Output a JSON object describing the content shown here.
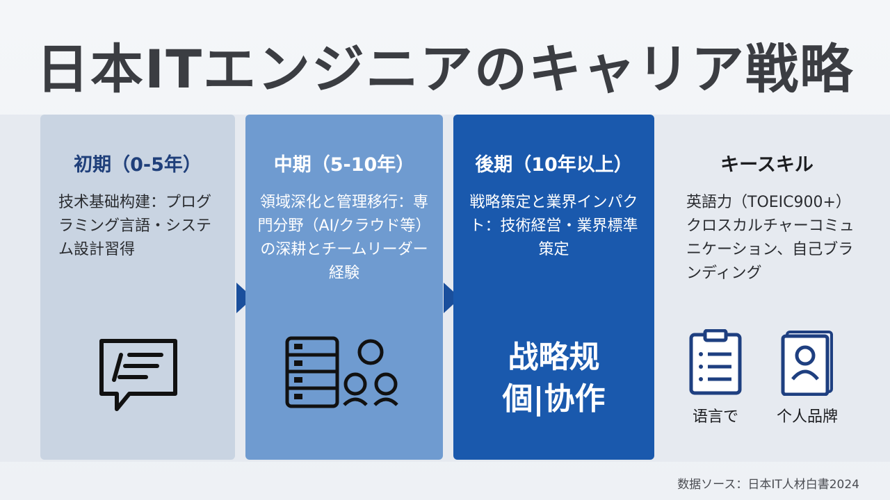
{
  "title": "日本ITエンジニアのキャリア戦略",
  "columns": [
    {
      "heading": "初期（0-5年）",
      "body": "技术基础构建：プログラミング言語・システム設計習得"
    },
    {
      "heading": "中期（5-10年）",
      "body": "領域深化と管理移行：専門分野（AI/クラウド等）の深耕とチームリーダー経験"
    },
    {
      "heading": "後期（10年以上）",
      "body": "戦略策定と業界インパクト：技術経営・業界標準策定",
      "big_lines": [
        "战略规",
        "個|协作"
      ]
    },
    {
      "heading": "キースキル",
      "body": "英語力（TOEIC900+）クロスカルチャーコミュニケーション、自己ブランディング",
      "icon_captions": [
        "语言で",
        "个人品牌"
      ]
    }
  ],
  "source": "数据ソース：日本IT人材白書2024",
  "colors": {
    "col1": "#c9d4e2",
    "col2": "#6f9bd0",
    "col3": "#1a59ad",
    "accent": "#1a4f9c"
  },
  "icons": [
    "chat-document-icon",
    "server-team-icon",
    "clipboard-icon",
    "profile-card-icon"
  ]
}
